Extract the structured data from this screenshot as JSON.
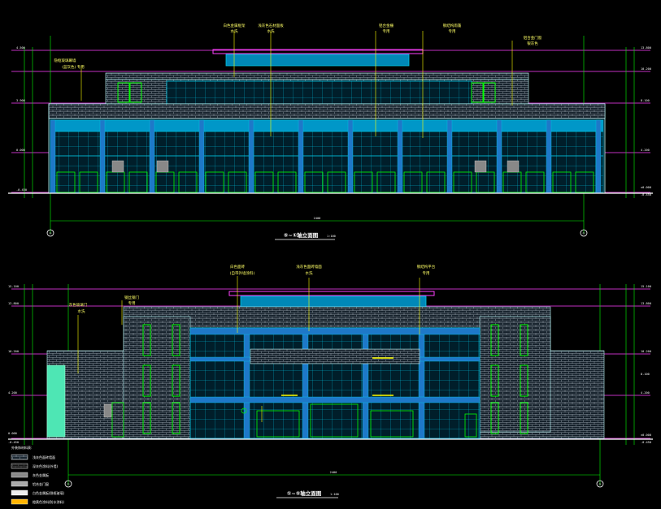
{
  "drawing": {
    "background": "#000000",
    "elevation_top": {
      "title": "⑤~①轴立面图",
      "scale": "1:100",
      "left_axis": "⑤",
      "right_axis": "①",
      "total_width": "2400",
      "notes": [
        {
          "line1": "白色金属框架",
          "line2": "水洗"
        },
        {
          "line1": "浅灰色石材面板",
          "line2": "水洗"
        },
        {
          "line1": "铝合金栅",
          "line2": "专用"
        },
        {
          "line1": "钢结构雨篷",
          "line2": "专用"
        },
        {
          "line1": "铝合金门窗",
          "line2": "银灰色"
        },
        {
          "line1": "隐框玻璃幕墙",
          "line2": "(蓝灰色) 专用"
        }
      ],
      "dims_left": [
        "4.500",
        "3.900",
        "0.000",
        "-0.450"
      ],
      "dims_right": [
        "13.800",
        "10.200",
        "8.100",
        "4.200",
        "±0.000",
        "-0.450"
      ]
    },
    "elevation_bottom": {
      "title": "①~⑤轴立面图",
      "scale": "1:100",
      "left_axis": "①",
      "right_axis": "⑤",
      "total_width": "2400",
      "notes": [
        {
          "line1": "白色面砖",
          "line2": "(自带外墙涂料)"
        },
        {
          "line1": "浅灰色面砖墙面",
          "line2": "水洗"
        },
        {
          "line1": "钢结构平台",
          "line2": "专用"
        },
        {
          "line1": "钢丝钢门",
          "line2": "专用"
        },
        {
          "line1": "灰色玻璃门",
          "line2": "水洗"
        }
      ],
      "dims_left": [
        "15.100",
        "13.800",
        "10.200",
        "4.200",
        "0.000",
        "-0.450"
      ],
      "dims_right": [
        "15.100",
        "13.800",
        "10.200",
        "8.100",
        "4.200",
        "±0.000",
        "-0.450"
      ]
    },
    "legend": {
      "heading": "外装饰材料表:",
      "items": [
        {
          "label": "浅灰色面砖墙面",
          "swatch": "brick"
        },
        {
          "label": "深灰色涂料(外墙)",
          "swatch": "brick-dark"
        },
        {
          "label": "灰色金属板",
          "swatch": "gray"
        },
        {
          "label": "铝合金门窗",
          "swatch": "gray-light"
        },
        {
          "label": "白色金属板(隐框玻璃)",
          "swatch": "white"
        },
        {
          "label": "橙黄色涂料(防水涂料)",
          "swatch": "orange"
        }
      ]
    },
    "colors": {
      "frame": "#ff40ff",
      "glass": "#00c8e6",
      "column": "#1e78c8",
      "window": "#00ff00",
      "brick": "#c0ffff",
      "dim": "#00ff00",
      "leader": "#ffff00",
      "roof": "#ff00ff"
    }
  }
}
